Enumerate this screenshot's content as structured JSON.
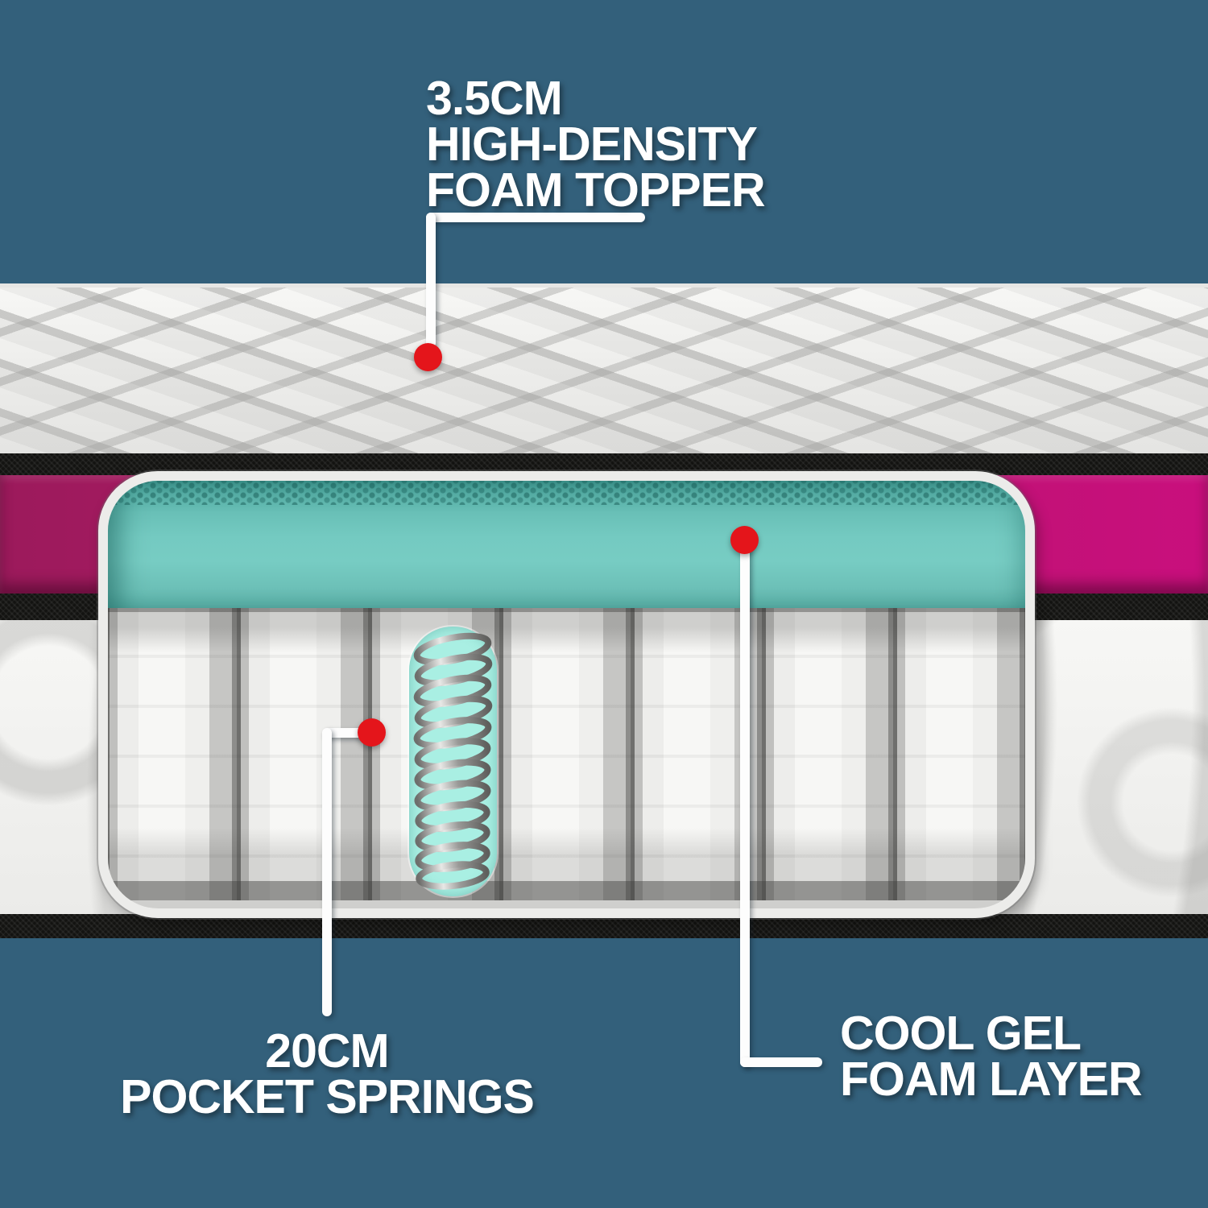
{
  "callouts": {
    "foam_topper": {
      "lines": [
        "3.5CM",
        "HIGH-DENSITY",
        "FOAM TOPPER"
      ]
    },
    "pocket_springs": {
      "lines": [
        "20CM",
        "POCKET SPRINGS"
      ]
    },
    "cool_gel": {
      "lines": [
        "COOL GEL",
        "FOAM LAYER"
      ]
    }
  },
  "colors": {
    "background": "#33607b",
    "label_text": "#ffffff",
    "callout_line": "#ffffff",
    "marker_dot": "#e4151b",
    "black_trim": "#131311",
    "pink_band_left": "#9c1a5c",
    "pink_band_right": "#c90f7d",
    "gel_teal": "#6fc7be",
    "gel_teal_dark": "#3f958e",
    "mint_spring_window": "#a9efe3",
    "spring_wire_gray": "#8c8c8a",
    "fabric_white": "#f2f2f0"
  },
  "icons": {
    "spring_coil": "metal-coil-spring",
    "marker": "red-dot-marker"
  }
}
